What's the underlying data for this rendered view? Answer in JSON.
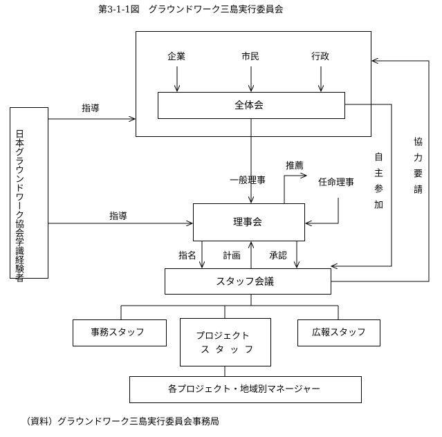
{
  "title": "第3-1-1図　グラウンドワーク三島実行委員会",
  "source": "（資料）グラウンドワーク三島実行委員会事務局",
  "members": {
    "company": "企業",
    "citizen": "市民",
    "government": "行政"
  },
  "nodes": {
    "general_assembly": "全体会",
    "board": "理事会",
    "staff_meeting": "スタッフ会議",
    "office_staff": "事務スタッフ",
    "project_staff_line1": "プロジェクト",
    "project_staff_line2": "ス タ ッ フ",
    "pr_staff": "広報スタッフ",
    "managers": "各プロジェクト・地域別マネージャー",
    "experts": "日本グラウンドワーク協会学識経験者"
  },
  "labels": {
    "guidance_top": "指導",
    "guidance_bottom": "指導",
    "general_director": "一般理事",
    "recommend": "推薦",
    "appointed_director": "任命理事",
    "voluntary_participation": "自主参加",
    "cooperation_request": "協力要請",
    "nominate": "指名",
    "plan": "計画",
    "approve": "承認"
  }
}
